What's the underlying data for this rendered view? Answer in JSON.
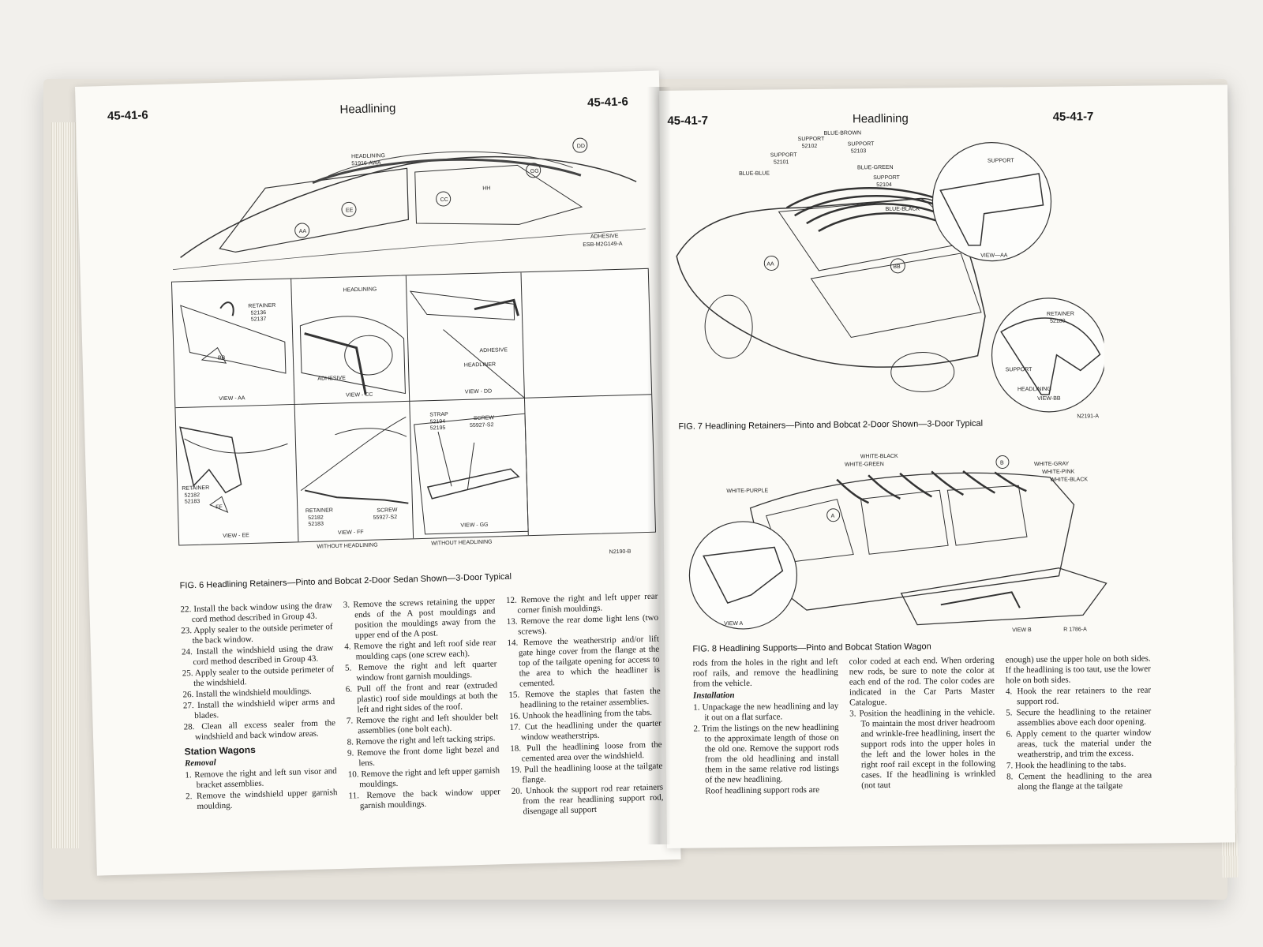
{
  "left_page": {
    "header": {
      "left": "45-41-6",
      "center": "Headlining",
      "right": "45-41-6"
    },
    "figure_labels": {
      "headlining_top": "HEADLINING",
      "headlining_code": "51916-AWA",
      "adhesive_top": "ADHESIVE",
      "adhesive_code": "ESB-M2G149-A",
      "callouts": [
        "DD",
        "GG",
        "HH",
        "CC",
        "AA",
        "EE",
        "BB",
        "FF"
      ],
      "retainer_aa": "RETAINER",
      "retainer_aa_codes": [
        "52136",
        "52137"
      ],
      "view_aa": "VIEW - AA",
      "headlining_cc": "HEADLINING",
      "adhesive_cc": "ADHESIVE",
      "view_cc": "VIEW - CC",
      "adhesive_dd": "ADHESIVE",
      "headliner_dd": "HEADLINER",
      "view_dd": "VIEW - DD",
      "retainer_ee": "RETAINER",
      "retainer_ee_codes": [
        "52182",
        "52183"
      ],
      "view_ee": "VIEW - EE",
      "retainer_ff": "RETAINER",
      "retainer_ff_codes": [
        "52182",
        "52183"
      ],
      "screw_ff": "SCREW",
      "screw_ff_code": "55927-S2",
      "view_ff": "VIEW - FF",
      "strap_gg": "STRAP",
      "strap_gg_codes": [
        "52194",
        "52195"
      ],
      "screw_gg": "SCREW",
      "screw_gg_code": "55927-S2",
      "view_gg": "VIEW - GG",
      "without_1": "WITHOUT HEADLINING",
      "without_2": "WITHOUT HEADLINING",
      "fig_code": "N2190-B"
    },
    "caption": "FIG. 6 Headlining Retainers—Pinto and Bobcat 2-Door Sedan Shown—3-Door Typical",
    "col1": [
      "22. Install the back window using the draw cord method described in Group 43.",
      "23. Apply sealer to the outside perimeter of the back window.",
      "24. Install the windshield using the draw cord method described in Group 43.",
      "25. Apply sealer to the outside perimeter of the windshield.",
      "26. Install the windshield mouldings.",
      "27. Install the windshield wiper arms and blades.",
      "28. Clean all excess sealer from the windshield and back window areas."
    ],
    "section": "Station Wagons",
    "subsection": "Removal",
    "col1b": [
      "1. Remove the right and left sun visor and bracket assemblies.",
      "2. Remove the windshield upper garnish moulding."
    ],
    "col2": [
      "3. Remove the screws retaining the upper ends of the A post mouldings and position the mouldings away from the upper end of the A post.",
      "4. Remove the right and left roof side rear moulding caps (one screw each).",
      "5. Remove the right and left quarter window front garnish mouldings.",
      "6. Pull off the front and rear (extruded plastic) roof side mouldings at both the left and right sides of the roof.",
      "7. Remove the right and left shoulder belt assemblies (one bolt each).",
      "8. Remove the right and left tacking strips.",
      "9. Remove the front dome light bezel and lens.",
      "10. Remove the right and left upper garnish mouldings.",
      "11. Remove the back window upper garnish mouldings."
    ],
    "col3": [
      "12. Remove the right and left upper rear corner finish mouldings.",
      "13. Remove the rear dome light lens (two screws).",
      "14. Remove the weatherstrip and/or lift gate hinge cover from the flange at the top of the tailgate opening for access to the area to which the headliner is cemented.",
      "15. Remove the staples that fasten the headlining to the retainer assemblies.",
      "16. Unhook the headlining from the tabs.",
      "17. Cut the headlining under the quarter window weatherstrips.",
      "18. Pull the headlining loose from the cemented area over the windshield.",
      "19. Pull the headlining loose at the tailgate flange.",
      "20. Unhook the support rod rear retainers from the rear headlining support rod, disengage all support"
    ]
  },
  "right_page": {
    "header": {
      "left": "45-41-7",
      "center": "Headlining",
      "right": "45-41-7"
    },
    "fig7_labels": {
      "support_1": "SUPPORT",
      "support_1_code": "52102",
      "blue_brown": "BLUE-BROWN",
      "support_2": "SUPPORT",
      "support_2_code": "52101",
      "support_3": "SUPPORT",
      "support_3_code": "52103",
      "blue_blue": "BLUE-BLUE",
      "blue_green": "BLUE-GREEN",
      "support_4": "SUPPORT",
      "support_4_code": "52104",
      "blue_black": "BLUE-BLACK",
      "callout_aa": "AA",
      "callout_bb": "BB",
      "support_view_aa": "SUPPORT",
      "view_aa": "VIEW—AA",
      "retainer_bb": "RETAINER",
      "retainer_bb_code": "52180",
      "support_view_bb": "SUPPORT",
      "headlining_bb": "HEADLINING",
      "view_bb": "VIEW-BB",
      "fig_code": "N2191-A"
    },
    "fig7_caption": "FIG. 7 Headlining Retainers—Pinto and Bobcat 2-Door Shown—3-Door Typical",
    "fig8_labels": {
      "white_black_1": "WHITE-BLACK",
      "white_green": "WHITE-GREEN",
      "white_purple": "WHITE-PURPLE",
      "white_gray": "WHITE-GRAY",
      "white_pink": "WHITE-PINK",
      "white_black_2": "WHITE-BLACK",
      "callout_a": "A",
      "callout_b": "B",
      "view_a": "VIEW A",
      "view_b": "VIEW B",
      "fig_code": "R 1786-A"
    },
    "fig8_caption": "FIG. 8 Headlining Supports—Pinto and Bobcat Station Wagon",
    "col1_intro": "rods from the holes in the right and left roof rails, and remove the headlining from the vehicle.",
    "subsection": "Installation",
    "col1": [
      "1. Unpackage the new headlining and lay it out on a flat surface.",
      "2. Trim the listings on the new headlining to the approximate length of those on the old one. Remove the support rods from the old headlining and install them in the same relative rod listings of the new headlining."
    ],
    "col1_tail": "Roof headlining support rods are",
    "col2_intro": "color coded at each end. When ordering new rods, be sure to note the color at each end of the rod. The color codes are indicated in the Car Parts Master Catalogue.",
    "col2": [
      "3. Position the headlining in the vehicle. To maintain the most driver headroom and wrinkle-free headlining, insert the support rods into the upper holes in the left and the lower holes in the right roof rail except in the following cases. If the headlining is wrinkled (not taut"
    ],
    "col3_intro": "enough) use the upper hole on both sides. If the headlining is too taut, use the lower hole on both sides.",
    "col3": [
      "4. Hook the rear retainers to the rear support rod.",
      "5. Secure the headlining to the retainer assemblies above each door opening.",
      "6. Apply cement to the quarter window areas, tuck the material under the weatherstrip, and trim the excess.",
      "7. Hook the headlining to the tabs.",
      "8. Cement the headlining to the area along the flange at the tailgate"
    ]
  }
}
